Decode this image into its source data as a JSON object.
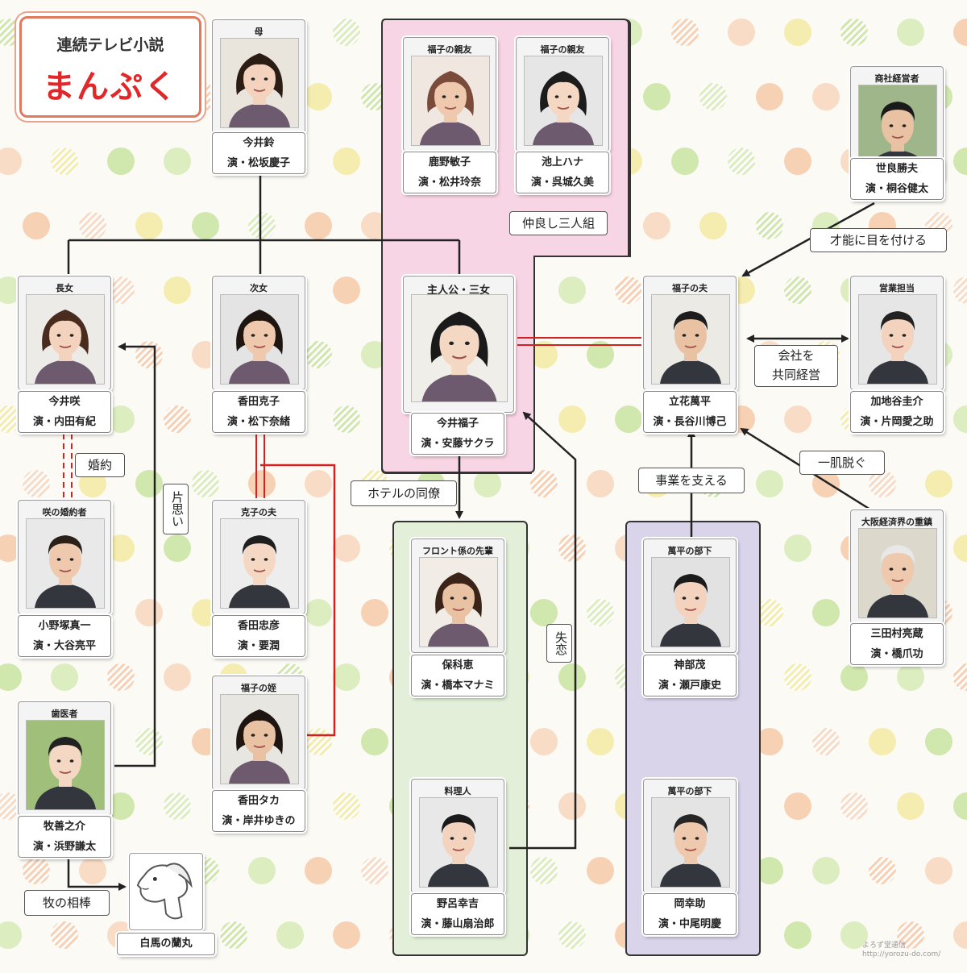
{
  "title": {
    "sub": "連続テレビ小説",
    "main": "まんぷく"
  },
  "people": {
    "suzu": {
      "role": "母",
      "name": "今井鈴",
      "actor": "演・松坂慶子"
    },
    "toshiko": {
      "role": "福子の親友",
      "name": "鹿野敏子",
      "actor": "演・松井玲奈"
    },
    "hana": {
      "role": "福子の親友",
      "name": "池上ハナ",
      "actor": "演・呉城久美"
    },
    "sera": {
      "role": "商社経営者",
      "name": "世良勝夫",
      "actor": "演・桐谷健太"
    },
    "saki": {
      "role": "長女",
      "name": "今井咲",
      "actor": "演・内田有紀"
    },
    "katsuko": {
      "role": "次女",
      "name": "香田克子",
      "actor": "演・松下奈緒"
    },
    "fukuko": {
      "role": "主人公・三女",
      "name": "今井福子",
      "actor": "演・安藤サクラ"
    },
    "manpei": {
      "role": "福子の夫",
      "name": "立花萬平",
      "actor": "演・長谷川博己"
    },
    "kachiya": {
      "role": "営業担当",
      "name": "加地谷圭介",
      "actor": "演・片岡愛之助"
    },
    "onozuka": {
      "role": "咲の婚約者",
      "name": "小野塚真一",
      "actor": "演・大谷亮平"
    },
    "tadahiko": {
      "role": "克子の夫",
      "name": "香田忠彦",
      "actor": "演・要潤"
    },
    "hoshina": {
      "role": "フロント係の先輩",
      "name": "保科恵",
      "actor": "演・橋本マナミ"
    },
    "kanbe": {
      "role": "萬平の部下",
      "name": "神部茂",
      "actor": "演・瀬戸康史"
    },
    "mitamura": {
      "role": "大阪経済界の重鎮",
      "name": "三田村亮蔵",
      "actor": "演・橋爪功"
    },
    "maki": {
      "role": "歯医者",
      "name": "牧善之介",
      "actor": "演・浜野謙太"
    },
    "taka": {
      "role": "福子の姪",
      "name": "香田タカ",
      "actor": "演・岸井ゆきの"
    },
    "noro": {
      "role": "料理人",
      "name": "野呂幸吉",
      "actor": "演・藤山扇治郎"
    },
    "oka": {
      "role": "萬平の部下",
      "name": "岡幸助",
      "actor": "演・中尾明慶"
    },
    "ranmaru": {
      "name": "白馬の蘭丸"
    }
  },
  "labels": {
    "trio": "仲良し三人組",
    "talent": "才能に目を付ける",
    "kyodo1": "会社を",
    "kyodo2": "共同経営",
    "hitohada": "一肌脱ぐ",
    "jigyo": "事業を支える",
    "hotel": "ホテルの同僚",
    "konyaku": "婚約",
    "kataomoi": "片思い",
    "shitsuren": "失恋",
    "aibou": "牧の相棒"
  },
  "credit": {
    "line1": "よろず堂通信",
    "line2": "http://yorozu-do.com/"
  },
  "colors": {
    "kinship_line": "#222222",
    "marriage_line": "#d42020",
    "friends_group_fill": "#f8d5e4",
    "hotel_group_fill": "#e3efd9",
    "staff_group_fill": "#d9d4ea",
    "title_red": "#e0282a"
  }
}
